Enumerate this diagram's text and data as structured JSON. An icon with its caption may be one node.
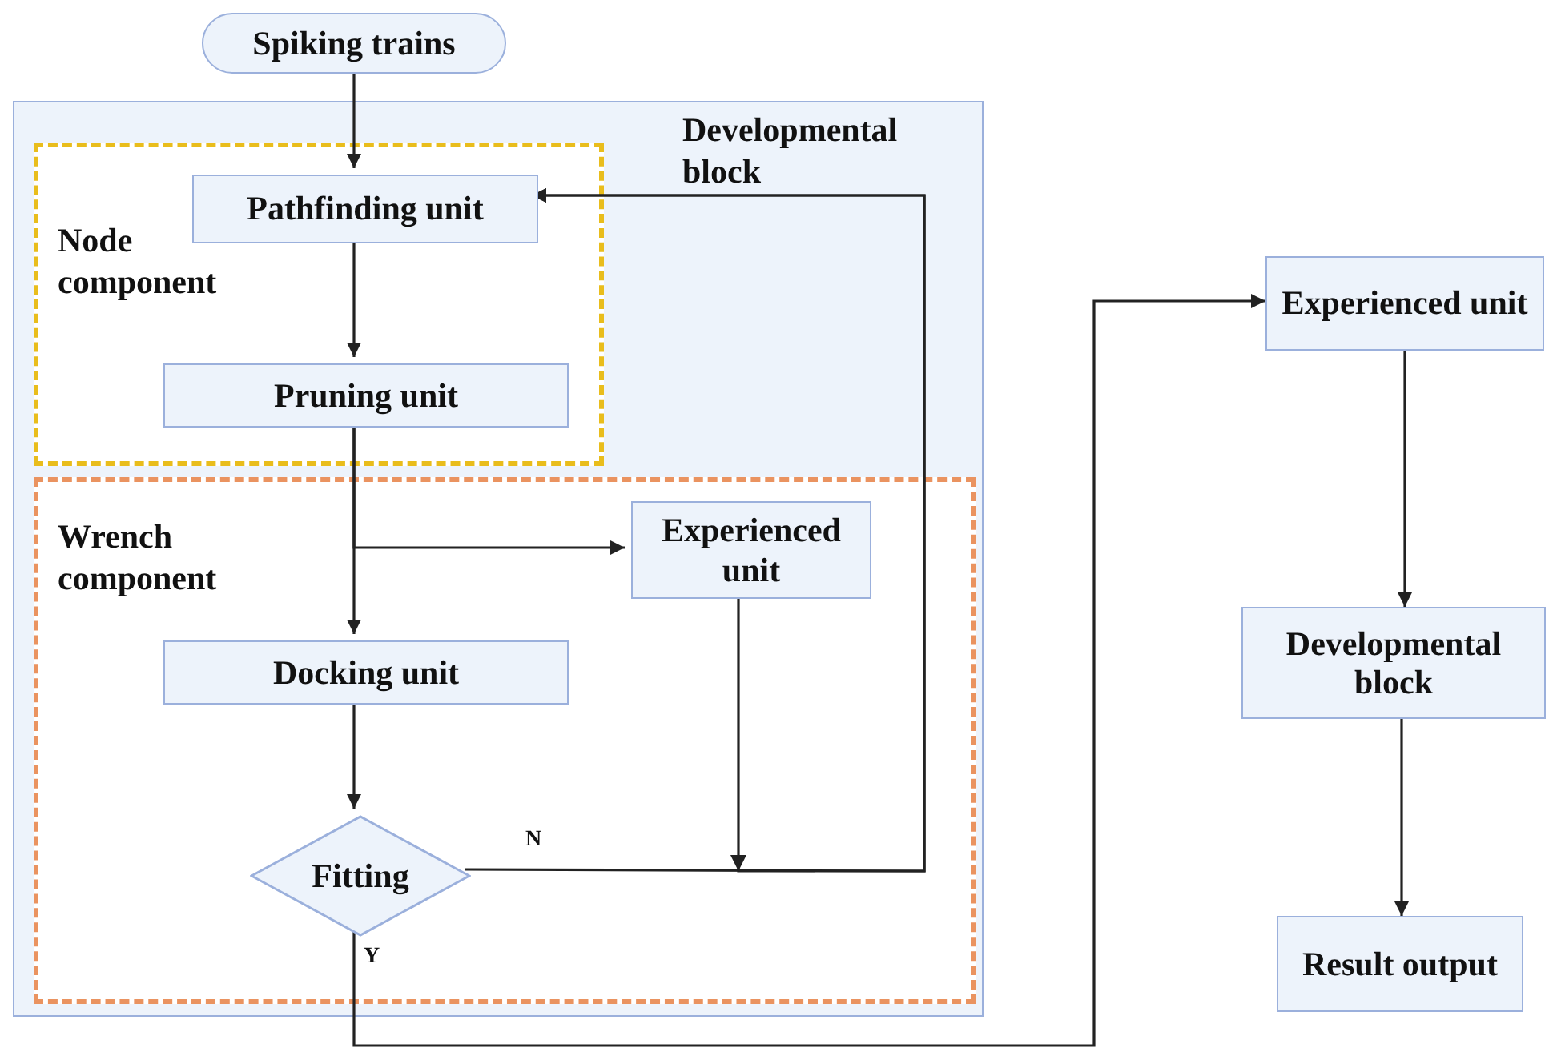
{
  "diagram": {
    "nodes": [
      {
        "text": [
          "Spiking trains"
        ]
      },
      {
        "text": [
          "Developmental block"
        ]
      },
      {
        "text": [
          "Node component"
        ],
        "in": 1
      },
      {
        "text": [
          "Pathfinding unit"
        ],
        "in": 2
      },
      {
        "text": [
          "Pruning unit"
        ],
        "in": 2
      },
      {
        "text": [
          "Wrench component"
        ],
        "in": 1
      },
      {
        "text": [
          "Experienced unit"
        ],
        "in": 5
      },
      {
        "text": [
          "Docking unit"
        ],
        "in": 5
      },
      {
        "text": [
          "Fitting"
        ],
        "in": 5
      },
      {
        "text": [
          "Experienced unit"
        ]
      },
      {
        "text": [
          "Developmental block"
        ]
      },
      {
        "text": [
          "Result output"
        ]
      }
    ],
    "edges": [
      {
        "from": 0,
        "to": 3,
        "arrow": "to"
      },
      {
        "from": 3,
        "to": 4,
        "arrow": "to"
      },
      {
        "from": 4,
        "to": 7,
        "arrow": "to"
      },
      {
        "from": 4,
        "to": 6,
        "arrow": "to"
      },
      {
        "from": 7,
        "to": 8,
        "arrow": "to"
      },
      {
        "from": 8,
        "to": 3,
        "arrow": "to",
        "label": "N"
      },
      {
        "from": 6,
        "to": 3,
        "arrow": "to"
      },
      {
        "from": 8,
        "to": 9,
        "arrow": "to",
        "label": "Y"
      },
      {
        "from": 9,
        "to": 10,
        "arrow": "to"
      },
      {
        "from": 10,
        "to": 11,
        "arrow": "to"
      }
    ]
  }
}
